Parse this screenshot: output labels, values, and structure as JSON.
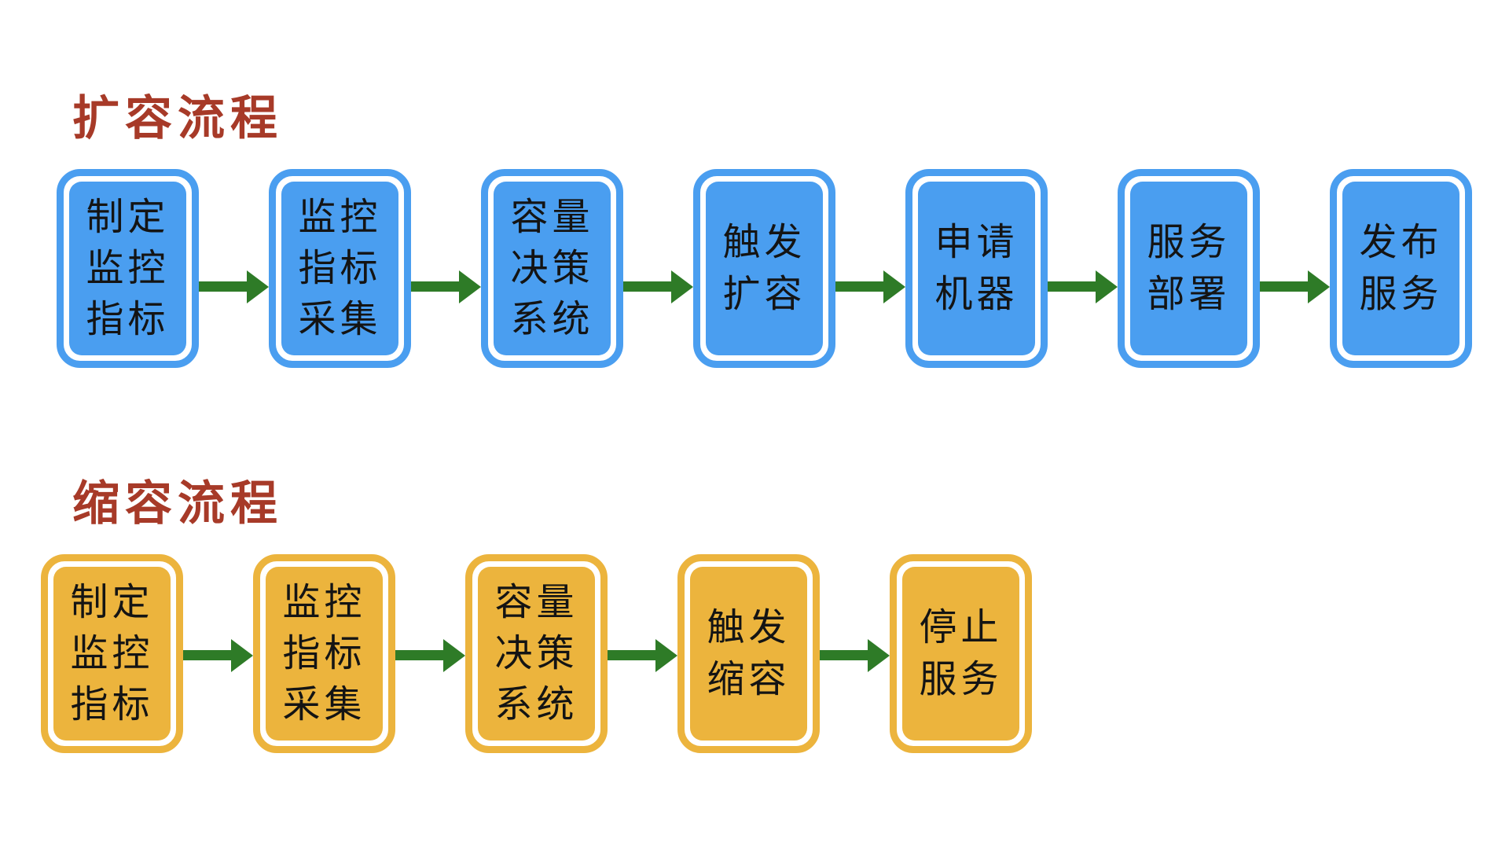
{
  "page": {
    "background": "#ffffff"
  },
  "colors": {
    "page_bg": "#ffffff",
    "box_blue": "#4a9ef0",
    "box_gold": "#ecb43d",
    "arrow_green": "#2e7b27",
    "title_red": "#a73a28",
    "ink": "#141414",
    "ring_white": "#ffffff"
  },
  "flows": [
    {
      "id": "scale-up",
      "title": "扩容流程",
      "box_style": "blue",
      "steps": [
        "制定\n监控\n指标",
        "监控\n指标\n采集",
        "容量\n决策\n系统",
        "触发\n扩容",
        "申请\n机器",
        "服务\n部署",
        "发布\n服务"
      ]
    },
    {
      "id": "scale-down",
      "title": "缩容流程",
      "box_style": "gold",
      "steps": [
        "制定\n监控\n指标",
        "监控\n指标\n采集",
        "容量\n决策\n系统",
        "触发\n缩容",
        "停止\n服务"
      ]
    }
  ]
}
